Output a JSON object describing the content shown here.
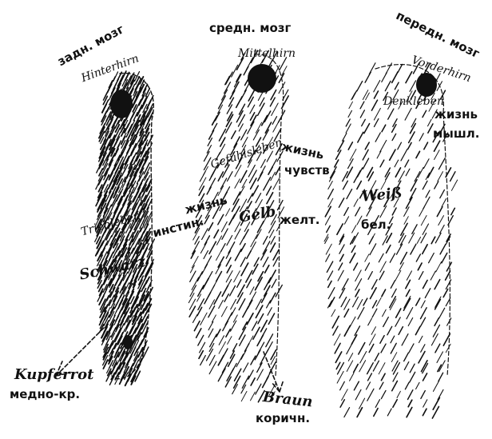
{
  "figure": {
    "labels_ru": {
      "hindbrain": "задн. мозг",
      "midbrain": "средн. мозг",
      "forebrain": "передн. мозг",
      "life_instinct_1": "жизнь",
      "life_instinct_2": "инстин.",
      "life_feeling_1": "жизнь",
      "life_feeling_2": "чувств",
      "life_thought_1": "жизнь",
      "life_thought_2": "мышл.",
      "yellow": "желт.",
      "white": "бел.",
      "copper_red": "медно-кр.",
      "brown": "коричн."
    },
    "labels_de": {
      "hinterhirn": "Hinterhirn",
      "mittelhirn": "Mittelhirn",
      "vorderhirn": "Vorderhirn",
      "triebleben": "Triebleben",
      "gefuehlsleben": "Gefühlsleben",
      "denkleben": "Denkleben",
      "schwarz": "Schwarz",
      "gelb": "Gelb",
      "weiss": "Weiß",
      "kupferrot": "Kupferrot",
      "braun": "Braun"
    },
    "colors": {
      "ink": "#111111",
      "background": "#ffffff"
    }
  }
}
